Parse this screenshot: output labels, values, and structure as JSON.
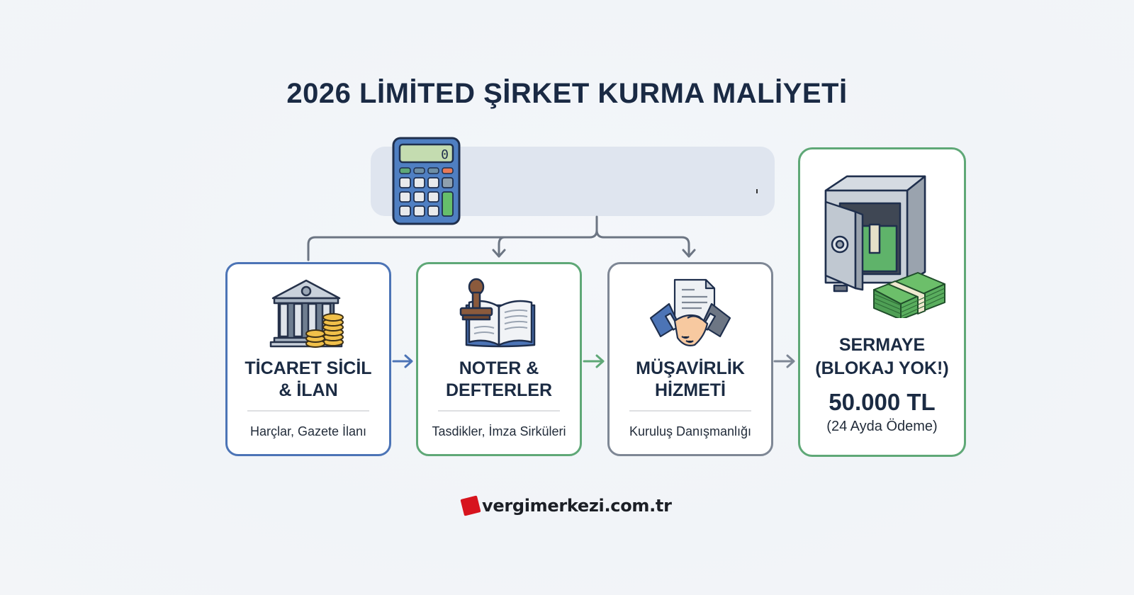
{
  "title": "2026 LİMİTED ŞİRKET KURMA MALİYETİ",
  "calculator": {
    "display_value": "0"
  },
  "colors": {
    "blue": "#4c74b6",
    "green": "#5fa877",
    "gray": "#7e8795",
    "title_text": "#1a2a44",
    "banner_bg": "#dfe5ef",
    "brand_red": "#d7141e"
  },
  "cards": [
    {
      "id": "ticaret-sicil",
      "heading": "TİCARET SİCİL\n& İLAN",
      "subtitle": "Harçlar, Gazete İlanı",
      "icon": "bank-coins-icon",
      "border_color": "#4c74b6"
    },
    {
      "id": "noter",
      "heading": "NOTER &\nDEFTERLER",
      "subtitle": "Tasdikler, İmza Sirküleri",
      "icon": "stamp-book-icon",
      "border_color": "#5fa877"
    },
    {
      "id": "musavirlik",
      "heading": "MÜŞAVİRLİK\nHİZMETİ",
      "subtitle": "Kuruluş Danışmanlığı",
      "icon": "handshake-document-icon",
      "border_color": "#7e8795"
    }
  ],
  "final_card": {
    "heading": "SERMAYE\n(BLOKAJ YOK!)",
    "amount": "50.000 TL",
    "note": "(24 Ayda Ödeme)",
    "icon": "safe-money-icon",
    "border_color": "#5fa877"
  },
  "footer": {
    "site": "vergimerkezi.com.tr"
  }
}
